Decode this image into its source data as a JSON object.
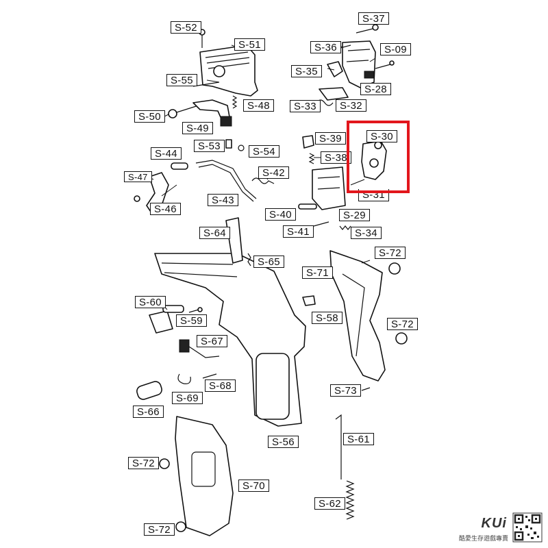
{
  "diagram": {
    "labels": {
      "s52": "S-52",
      "s51": "S-51",
      "s55": "S-55",
      "s48": "S-48",
      "s50": "S-50",
      "s49": "S-49",
      "s37": "S-37",
      "s36": "S-36",
      "s09": "S-09",
      "s35": "S-35",
      "s28": "S-28",
      "s33": "S-33",
      "s32": "S-32",
      "s39": "S-39",
      "s38": "S-38",
      "s30": "S-30",
      "s31": "S-31",
      "s29": "S-29",
      "s40": "S-40",
      "s41": "S-41",
      "s34": "S-34",
      "s53": "S-53",
      "s54": "S-54",
      "s44": "S-44",
      "s42": "S-42",
      "s47": "S-47",
      "s43": "S-43",
      "s46": "S-46",
      "s64": "S-64",
      "s65": "S-65",
      "s72a": "S-72",
      "s71": "S-71",
      "s60": "S-60",
      "s59": "S-59",
      "s58": "S-58",
      "s72b": "S-72",
      "s67": "S-67",
      "s68": "S-68",
      "s69": "S-69",
      "s73": "S-73",
      "s66": "S-66",
      "s56": "S-56",
      "s61": "S-61",
      "s72c": "S-72",
      "s70": "S-70",
      "s62": "S-62",
      "s72d": "S-72"
    },
    "highlighted_part": "S-30"
  },
  "branding": {
    "logo_text": "KUi",
    "tagline": "酷愛生存遊戲專賣"
  },
  "colors": {
    "highlight": "#e2161c",
    "line": "#111111"
  }
}
